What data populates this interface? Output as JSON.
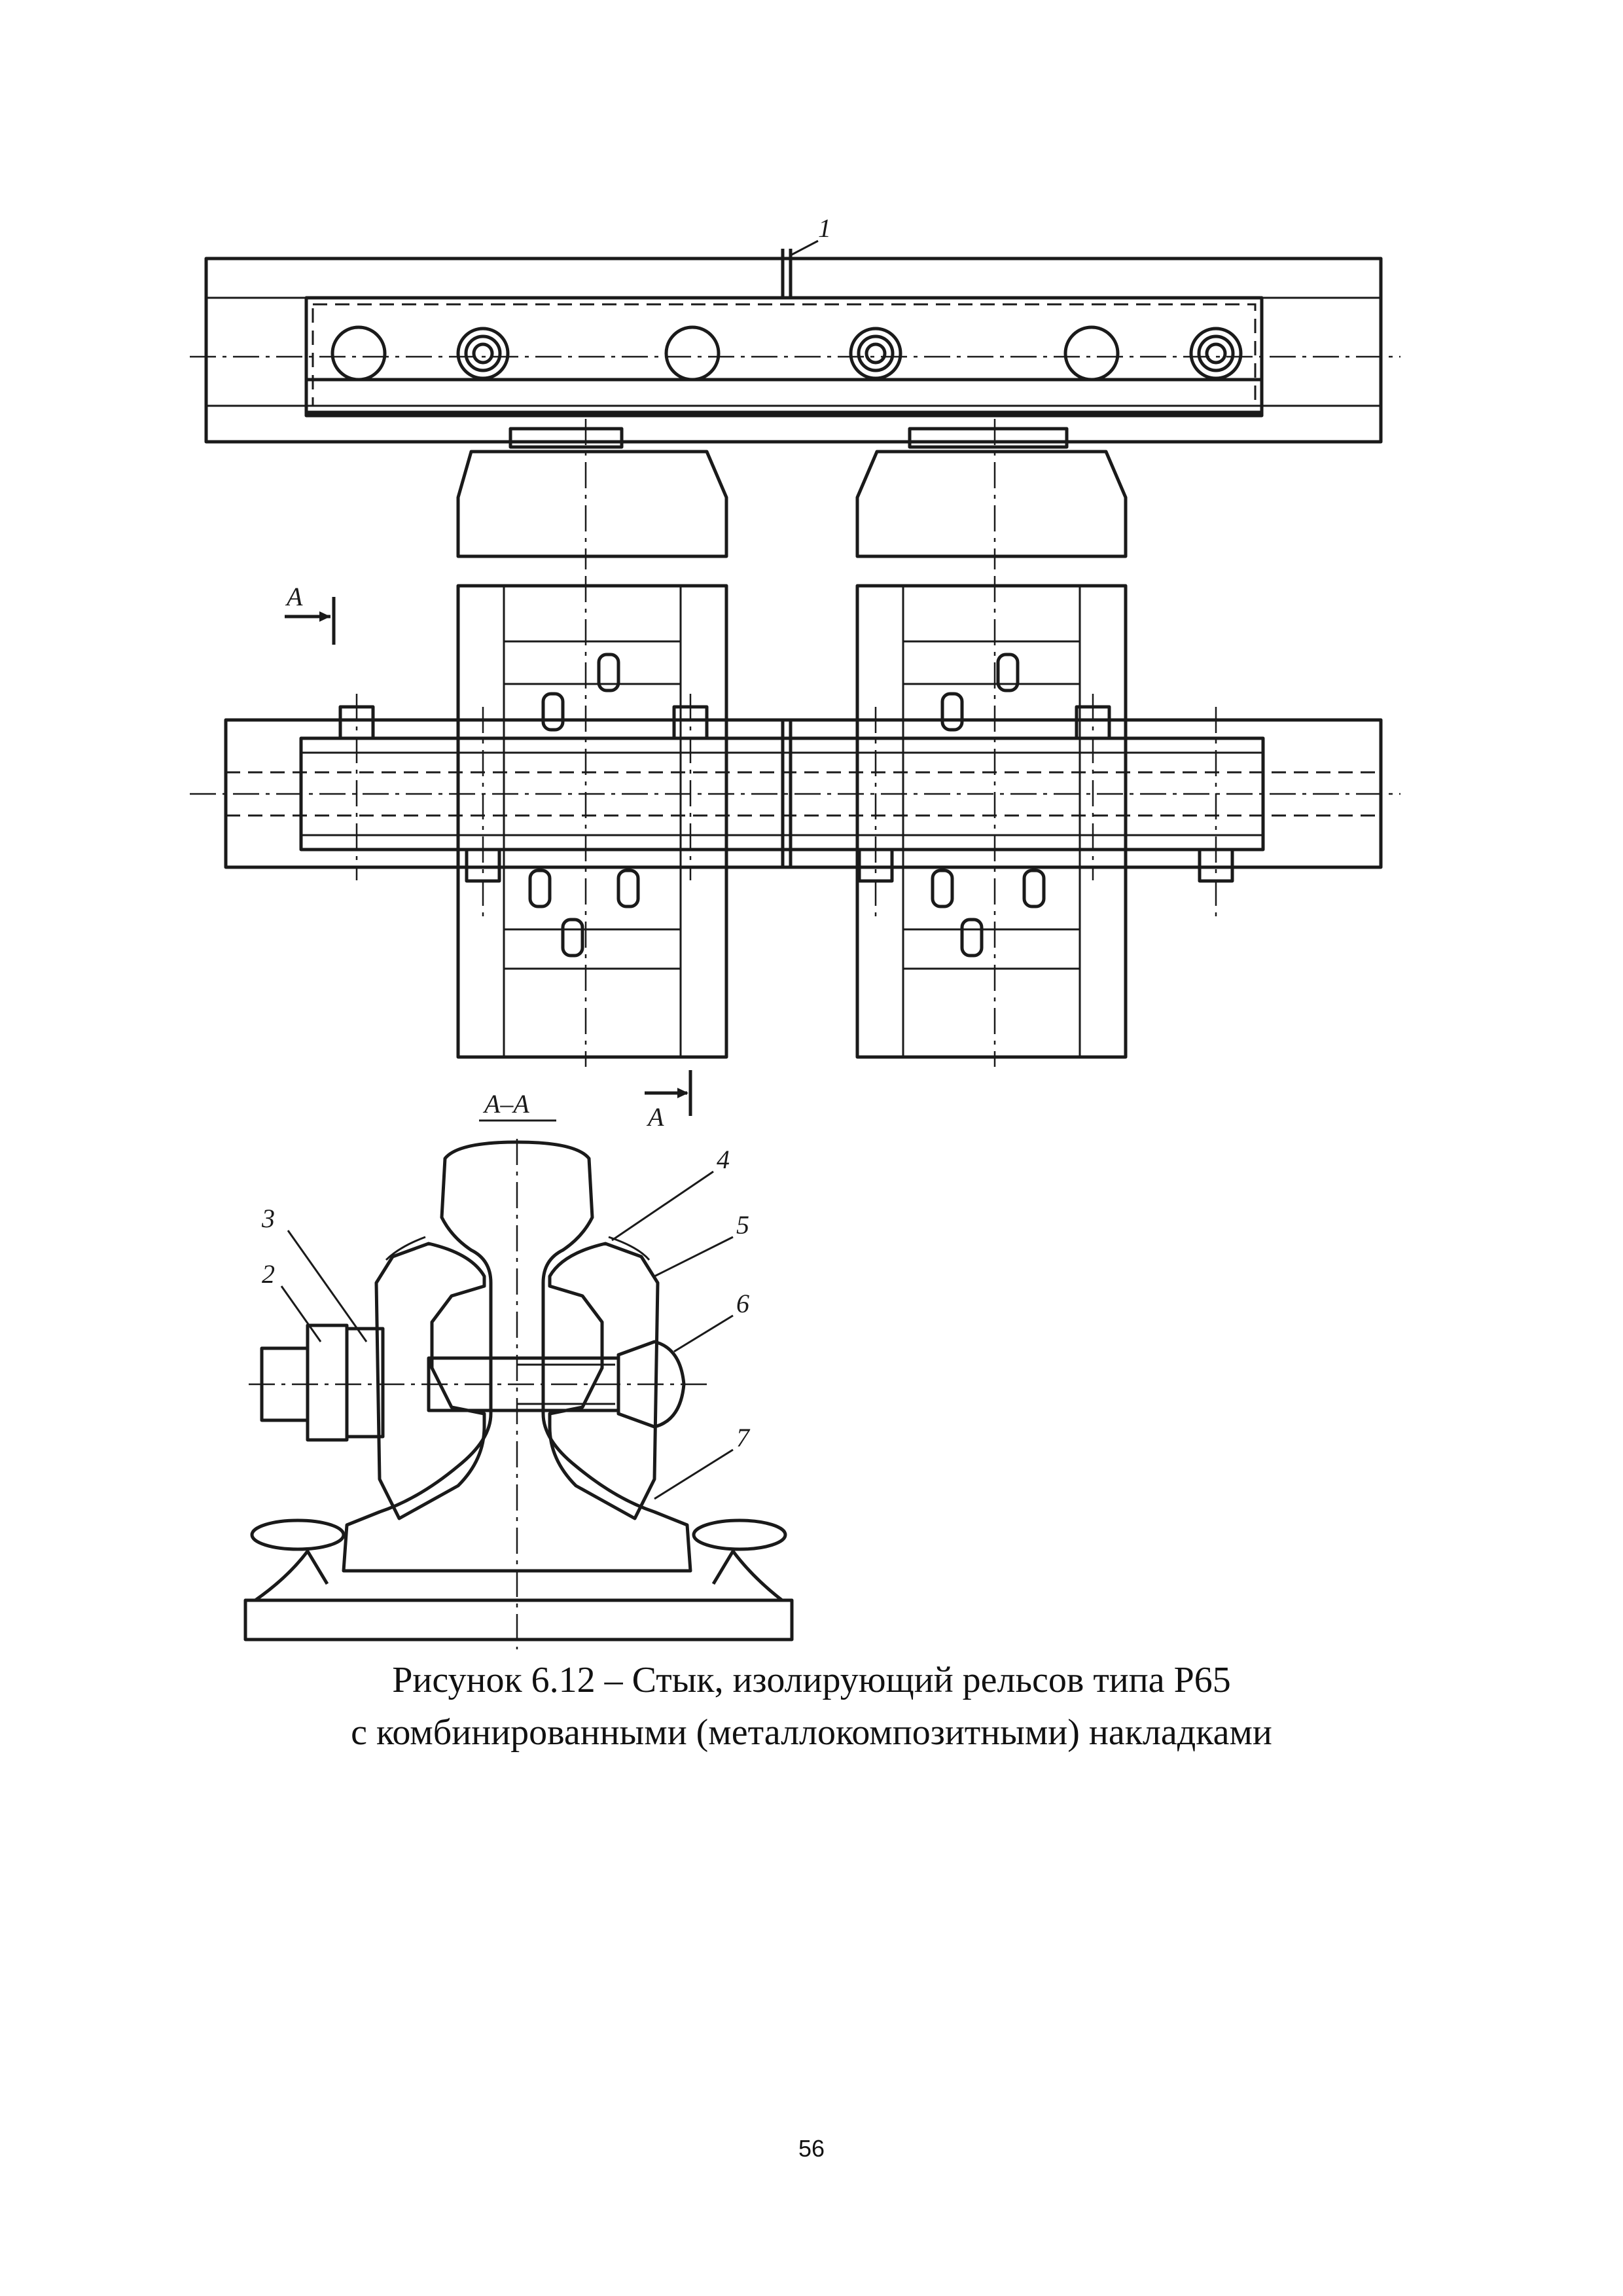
{
  "figure": {
    "callouts": {
      "c1": "1",
      "c2": "2",
      "c3": "3",
      "c4": "4",
      "c5": "5",
      "c6": "6",
      "c7": "7"
    },
    "section_marks": {
      "top": "A",
      "bottom": "A",
      "title": "A–A"
    },
    "caption_line1": "Рисунок 6.12 – Стык, изолирующий рельсов типа Р65",
    "caption_line2": "с комбинированными (металлокомпозитными) накладками"
  },
  "page_number": "56"
}
